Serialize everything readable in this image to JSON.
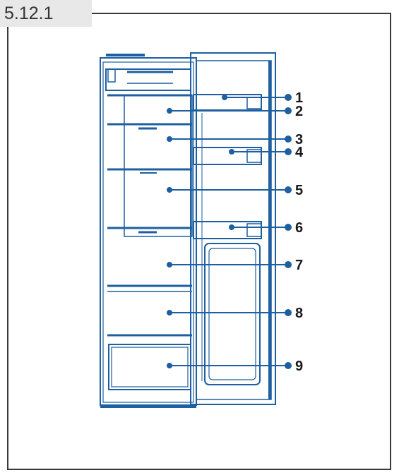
{
  "figure_label": "5.12.1",
  "callouts": [
    "1",
    "2",
    "3",
    "4",
    "5",
    "6",
    "7",
    "8",
    "9"
  ],
  "colors": {
    "line": "#1d5fa0",
    "leader": "#1d5fa0",
    "frame": "#3a3a3a",
    "label_bg": "#e8e8e8"
  }
}
